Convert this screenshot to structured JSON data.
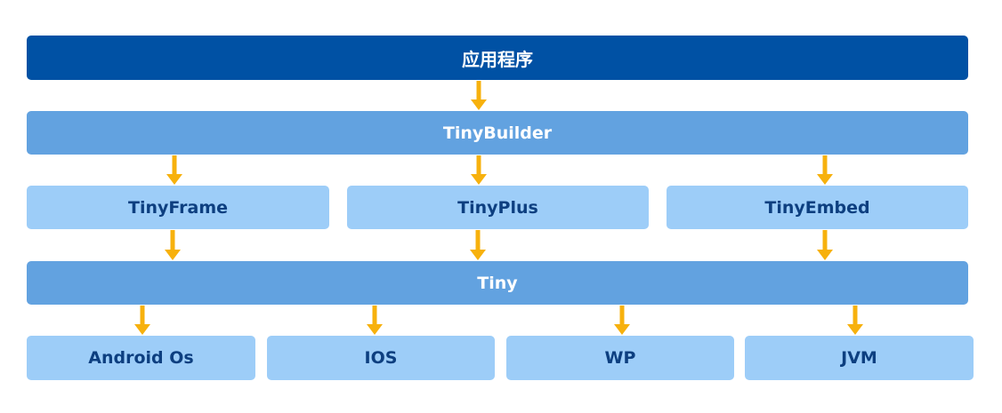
{
  "diagram": {
    "application": "应用程序",
    "builder": "TinyBuilder",
    "middle": [
      "TinyFrame",
      "TinyPlus",
      "TinyEmbed"
    ],
    "core": "Tiny",
    "platforms": [
      "Android Os",
      "IOS",
      "WP",
      "JVM"
    ]
  },
  "colors": {
    "top_box": "#0051a4",
    "mid_box": "#62a2e0",
    "leaf_box": "#9dcdf8",
    "leaf_text": "#0d3f80",
    "arrow": "#f7b10d"
  },
  "edges": [
    [
      "应用程序",
      "TinyBuilder"
    ],
    [
      "TinyBuilder",
      "TinyFrame"
    ],
    [
      "TinyBuilder",
      "TinyPlus"
    ],
    [
      "TinyBuilder",
      "TinyEmbed"
    ],
    [
      "TinyFrame",
      "Tiny"
    ],
    [
      "TinyPlus",
      "Tiny"
    ],
    [
      "TinyEmbed",
      "Tiny"
    ],
    [
      "Tiny",
      "Android Os"
    ],
    [
      "Tiny",
      "IOS"
    ],
    [
      "Tiny",
      "WP"
    ],
    [
      "Tiny",
      "JVM"
    ]
  ]
}
